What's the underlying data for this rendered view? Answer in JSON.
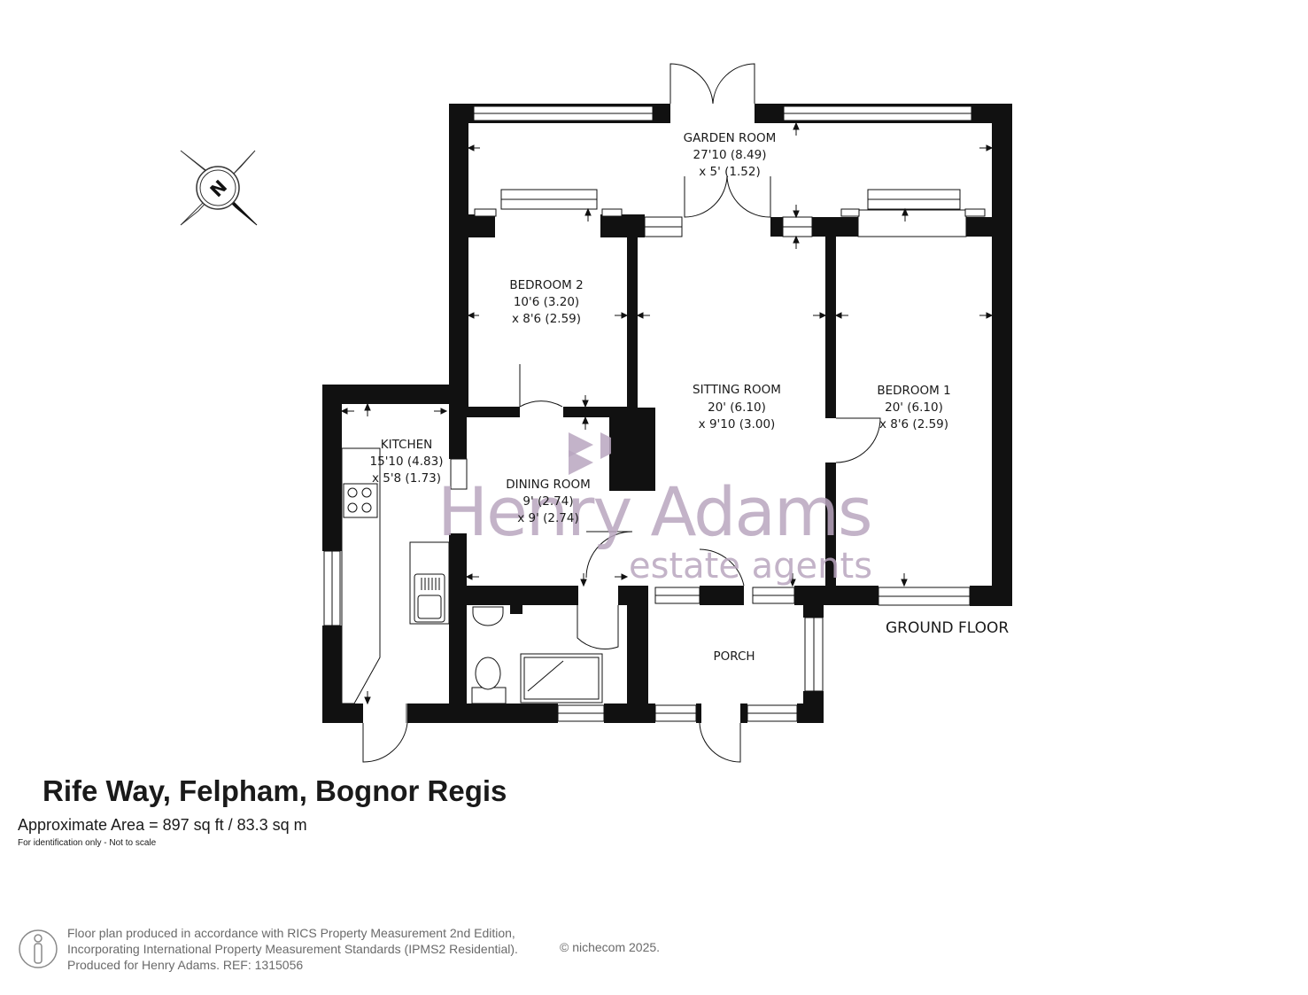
{
  "floor_label": "GROUND FLOOR",
  "rooms": {
    "garden_room": {
      "name": "GARDEN ROOM",
      "dim1": "27'10 (8.49)",
      "dim2": "x 5' (1.52)"
    },
    "bedroom_2": {
      "name": "BEDROOM 2",
      "dim1": "10'6 (3.20)",
      "dim2": "x 8'6 (2.59)"
    },
    "sitting_room": {
      "name": "SITTING ROOM",
      "dim1": "20' (6.10)",
      "dim2": "x 9'10 (3.00)"
    },
    "bedroom_1": {
      "name": "BEDROOM 1",
      "dim1": "20' (6.10)",
      "dim2": "x 8'6 (2.59)"
    },
    "kitchen": {
      "name": "KITCHEN",
      "dim1": "15'10 (4.83)",
      "dim2": "x 5'8 (1.73)"
    },
    "dining_room": {
      "name": "DINING ROOM",
      "dim1": "9' (2.74)",
      "dim2": "x 9' (2.74)"
    },
    "porch": {
      "name": "PORCH"
    }
  },
  "compass": {
    "letter": "N",
    "icon": "north-compass-icon"
  },
  "watermark": {
    "line1": "Henry Adams",
    "line2": "estate agents",
    "color": "#b9a6bf"
  },
  "property": {
    "title": "Rife Way, Felpham, Bognor Regis",
    "area": "Approximate Area = 897 sq ft / 83.3 sq m",
    "note": "For identification only - Not to scale"
  },
  "footer": {
    "line1": "Floor plan produced in accordance with RICS Property Measurement 2nd Edition,",
    "line2": "Incorporating International Property Measurement Standards (IPMS2 Residential).",
    "line3": "Produced for Henry Adams.    REF: 1315056",
    "copyright": "© nichecom 2025.",
    "icon": "person-info-icon"
  }
}
